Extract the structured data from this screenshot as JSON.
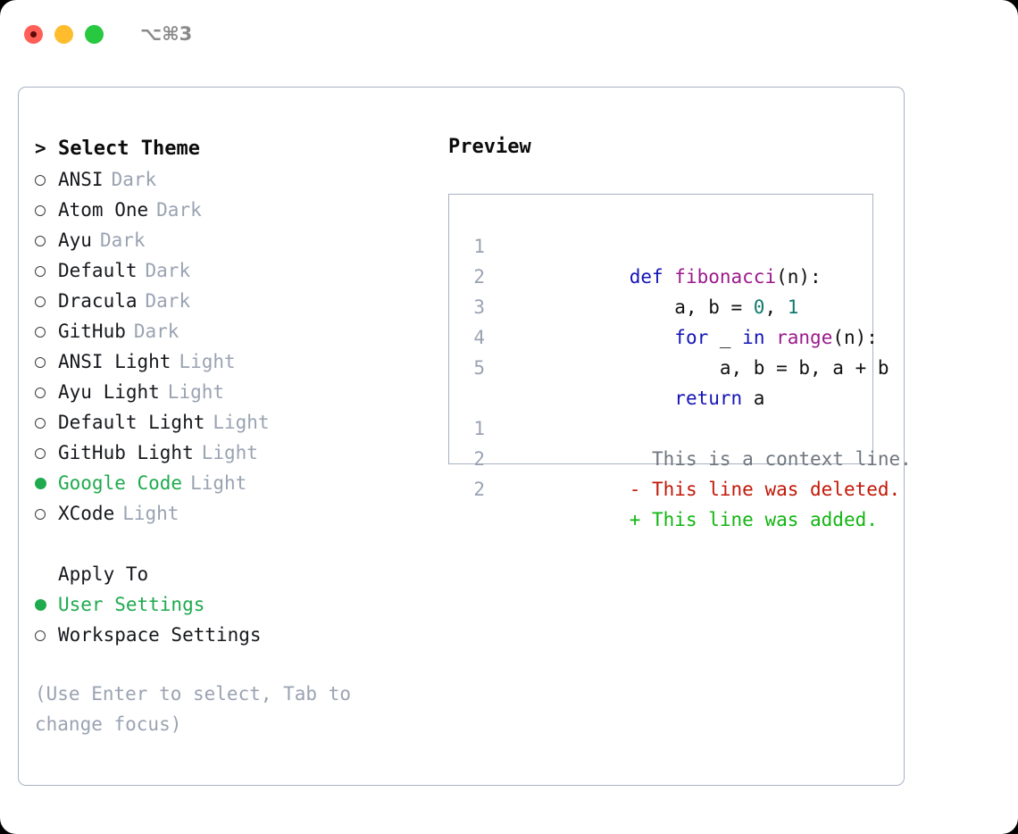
{
  "titlebar": {
    "shortcut": "⌥⌘3",
    "buttons": [
      "close",
      "minimize",
      "maximize"
    ]
  },
  "theme_picker": {
    "heading": "Select Theme",
    "heading_prefix": ">",
    "items": [
      {
        "name": "ANSI",
        "tag": "Dark",
        "selected": false
      },
      {
        "name": "Atom One",
        "tag": "Dark",
        "selected": false
      },
      {
        "name": "Ayu",
        "tag": "Dark",
        "selected": false
      },
      {
        "name": "Default",
        "tag": "Dark",
        "selected": false
      },
      {
        "name": "Dracula",
        "tag": "Dark",
        "selected": false
      },
      {
        "name": "GitHub",
        "tag": "Dark",
        "selected": false
      },
      {
        "name": "ANSI Light",
        "tag": "Light",
        "selected": false
      },
      {
        "name": "Ayu Light",
        "tag": "Light",
        "selected": false
      },
      {
        "name": "Default Light",
        "tag": "Light",
        "selected": false
      },
      {
        "name": "GitHub Light",
        "tag": "Light",
        "selected": false
      },
      {
        "name": "Google Code",
        "tag": "Light",
        "selected": true
      },
      {
        "name": "XCode",
        "tag": "Light",
        "selected": false
      }
    ]
  },
  "apply_to": {
    "heading": "Apply To",
    "items": [
      {
        "name": "User Settings",
        "selected": true
      },
      {
        "name": "Workspace Settings",
        "selected": false
      }
    ]
  },
  "hint": "(Use Enter to select, Tab to change focus)",
  "preview": {
    "title": "Preview",
    "code_lines": [
      {
        "number": "1",
        "tokens": [
          {
            "text": "def ",
            "kind": "kw"
          },
          {
            "text": "fibonacci",
            "kind": "fn"
          },
          {
            "text": "(n):",
            "kind": "plain"
          }
        ]
      },
      {
        "number": "2",
        "tokens": [
          {
            "text": "    a, b = ",
            "kind": "plain"
          },
          {
            "text": "0",
            "kind": "num"
          },
          {
            "text": ", ",
            "kind": "plain"
          },
          {
            "text": "1",
            "kind": "num"
          }
        ]
      },
      {
        "number": "3",
        "tokens": [
          {
            "text": "    ",
            "kind": "plain"
          },
          {
            "text": "for",
            "kind": "kw"
          },
          {
            "text": " _ ",
            "kind": "plain"
          },
          {
            "text": "in",
            "kind": "kw"
          },
          {
            "text": " ",
            "kind": "plain"
          },
          {
            "text": "range",
            "kind": "fn"
          },
          {
            "text": "(n):",
            "kind": "plain"
          }
        ]
      },
      {
        "number": "4",
        "tokens": [
          {
            "text": "        a, b = b, a + b",
            "kind": "plain"
          }
        ]
      },
      {
        "number": "5",
        "tokens": [
          {
            "text": "    ",
            "kind": "plain"
          },
          {
            "text": "return",
            "kind": "kw"
          },
          {
            "text": " a",
            "kind": "plain"
          }
        ]
      }
    ],
    "diff_lines": [
      {
        "number": "1",
        "marker": " ",
        "text": " This is a context line.",
        "kind": "context"
      },
      {
        "number": "2",
        "marker": "-",
        "text": " This line was deleted.",
        "kind": "deleted"
      },
      {
        "number": "2",
        "marker": "+",
        "text": " This line was added.",
        "kind": "added"
      }
    ]
  },
  "colors": {
    "accent_green": "#1faa4e",
    "muted": "#9aa3b2",
    "border": "#a8b2c1",
    "keyword": "#1414b8",
    "function": "#9c1a8c",
    "number": "#0f7a6e",
    "diff_deleted": "#c21807",
    "diff_added": "#12b512",
    "diff_context": "#6f7680",
    "light_red": "#ff5f57",
    "light_yellow": "#ffbd2e",
    "light_green": "#28c840"
  }
}
